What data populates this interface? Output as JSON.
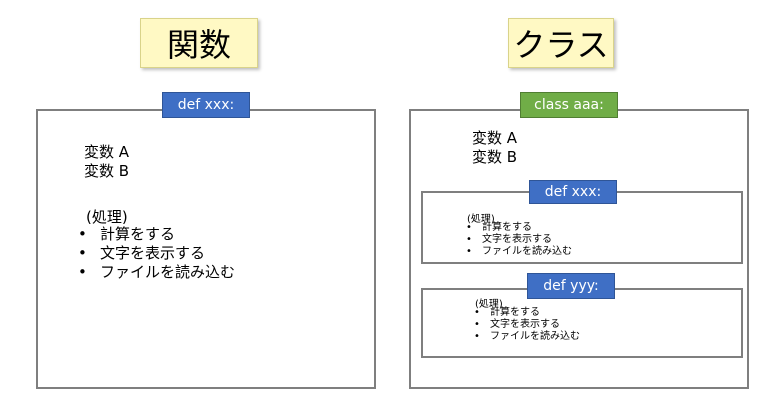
{
  "left": {
    "title": "関数",
    "func_label": "def xxx:",
    "variables": [
      "変数 A",
      "変数 B"
    ],
    "process_heading": "(処理)",
    "process_items": [
      "計算をする",
      "文字を表示する",
      "ファイルを読み込む"
    ]
  },
  "right": {
    "title": "クラス",
    "class_label": "class aaa:",
    "variables": [
      "変数 A",
      "変数 B"
    ],
    "methods": [
      {
        "label": "def xxx:",
        "process_heading": "(処理)",
        "process_items": [
          "計算をする",
          "文字を表示する",
          "ファイルを読み込む"
        ]
      },
      {
        "label": "def yyy:",
        "process_heading": "(処理)",
        "process_items": [
          "計算をする",
          "文字を表示する",
          "ファイルを読み込む"
        ]
      }
    ]
  },
  "colors": {
    "title_bg": "#fff9c4",
    "func_label_bg": "#3f6fc5",
    "class_label_bg": "#70ad47",
    "border": "#7f7f7f"
  }
}
